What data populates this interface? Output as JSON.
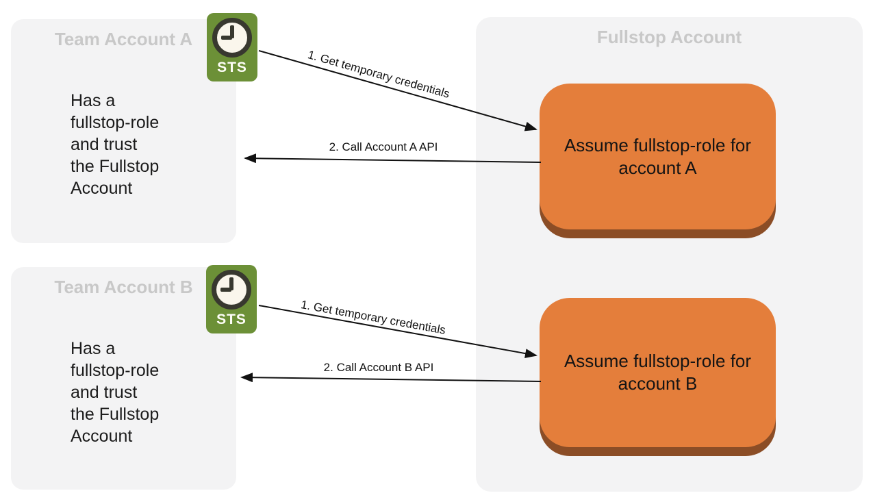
{
  "colors": {
    "panel_bg": "#f3f3f4",
    "panel_title": "#c8c8c8",
    "node_orange": "#e47e3b",
    "node_shadow_brown": "#8b4d26",
    "sts_green": "#6c9037",
    "arrow_black": "#111111"
  },
  "panels": {
    "team_a": {
      "title": "Team Account A",
      "body": "Has a\nfullstop-role\nand trust\nthe Fullstop\nAccount"
    },
    "team_b": {
      "title": "Team Account B",
      "body": "Has a\nfullstop-role\nand trust\nthe Fullstop\nAccount"
    },
    "fullstop": {
      "title": "Fullstop Account"
    }
  },
  "nodes": {
    "assume_a": {
      "label": "Assume fullstop-role for\naccount A"
    },
    "assume_b": {
      "label": "Assume fullstop-role for\naccount B"
    }
  },
  "icons": {
    "sts_a": {
      "icon": "aws-sts-clock-icon",
      "label": "STS"
    },
    "sts_b": {
      "icon": "aws-sts-clock-icon",
      "label": "STS"
    }
  },
  "arrows": {
    "get_credentials_a": {
      "label": "1. Get temporary credentials"
    },
    "call_api_a": {
      "label": "2. Call Account A API"
    },
    "get_credentials_b": {
      "label": "1. Get temporary credentials"
    },
    "call_api_b": {
      "label": "2. Call Account B API"
    }
  }
}
